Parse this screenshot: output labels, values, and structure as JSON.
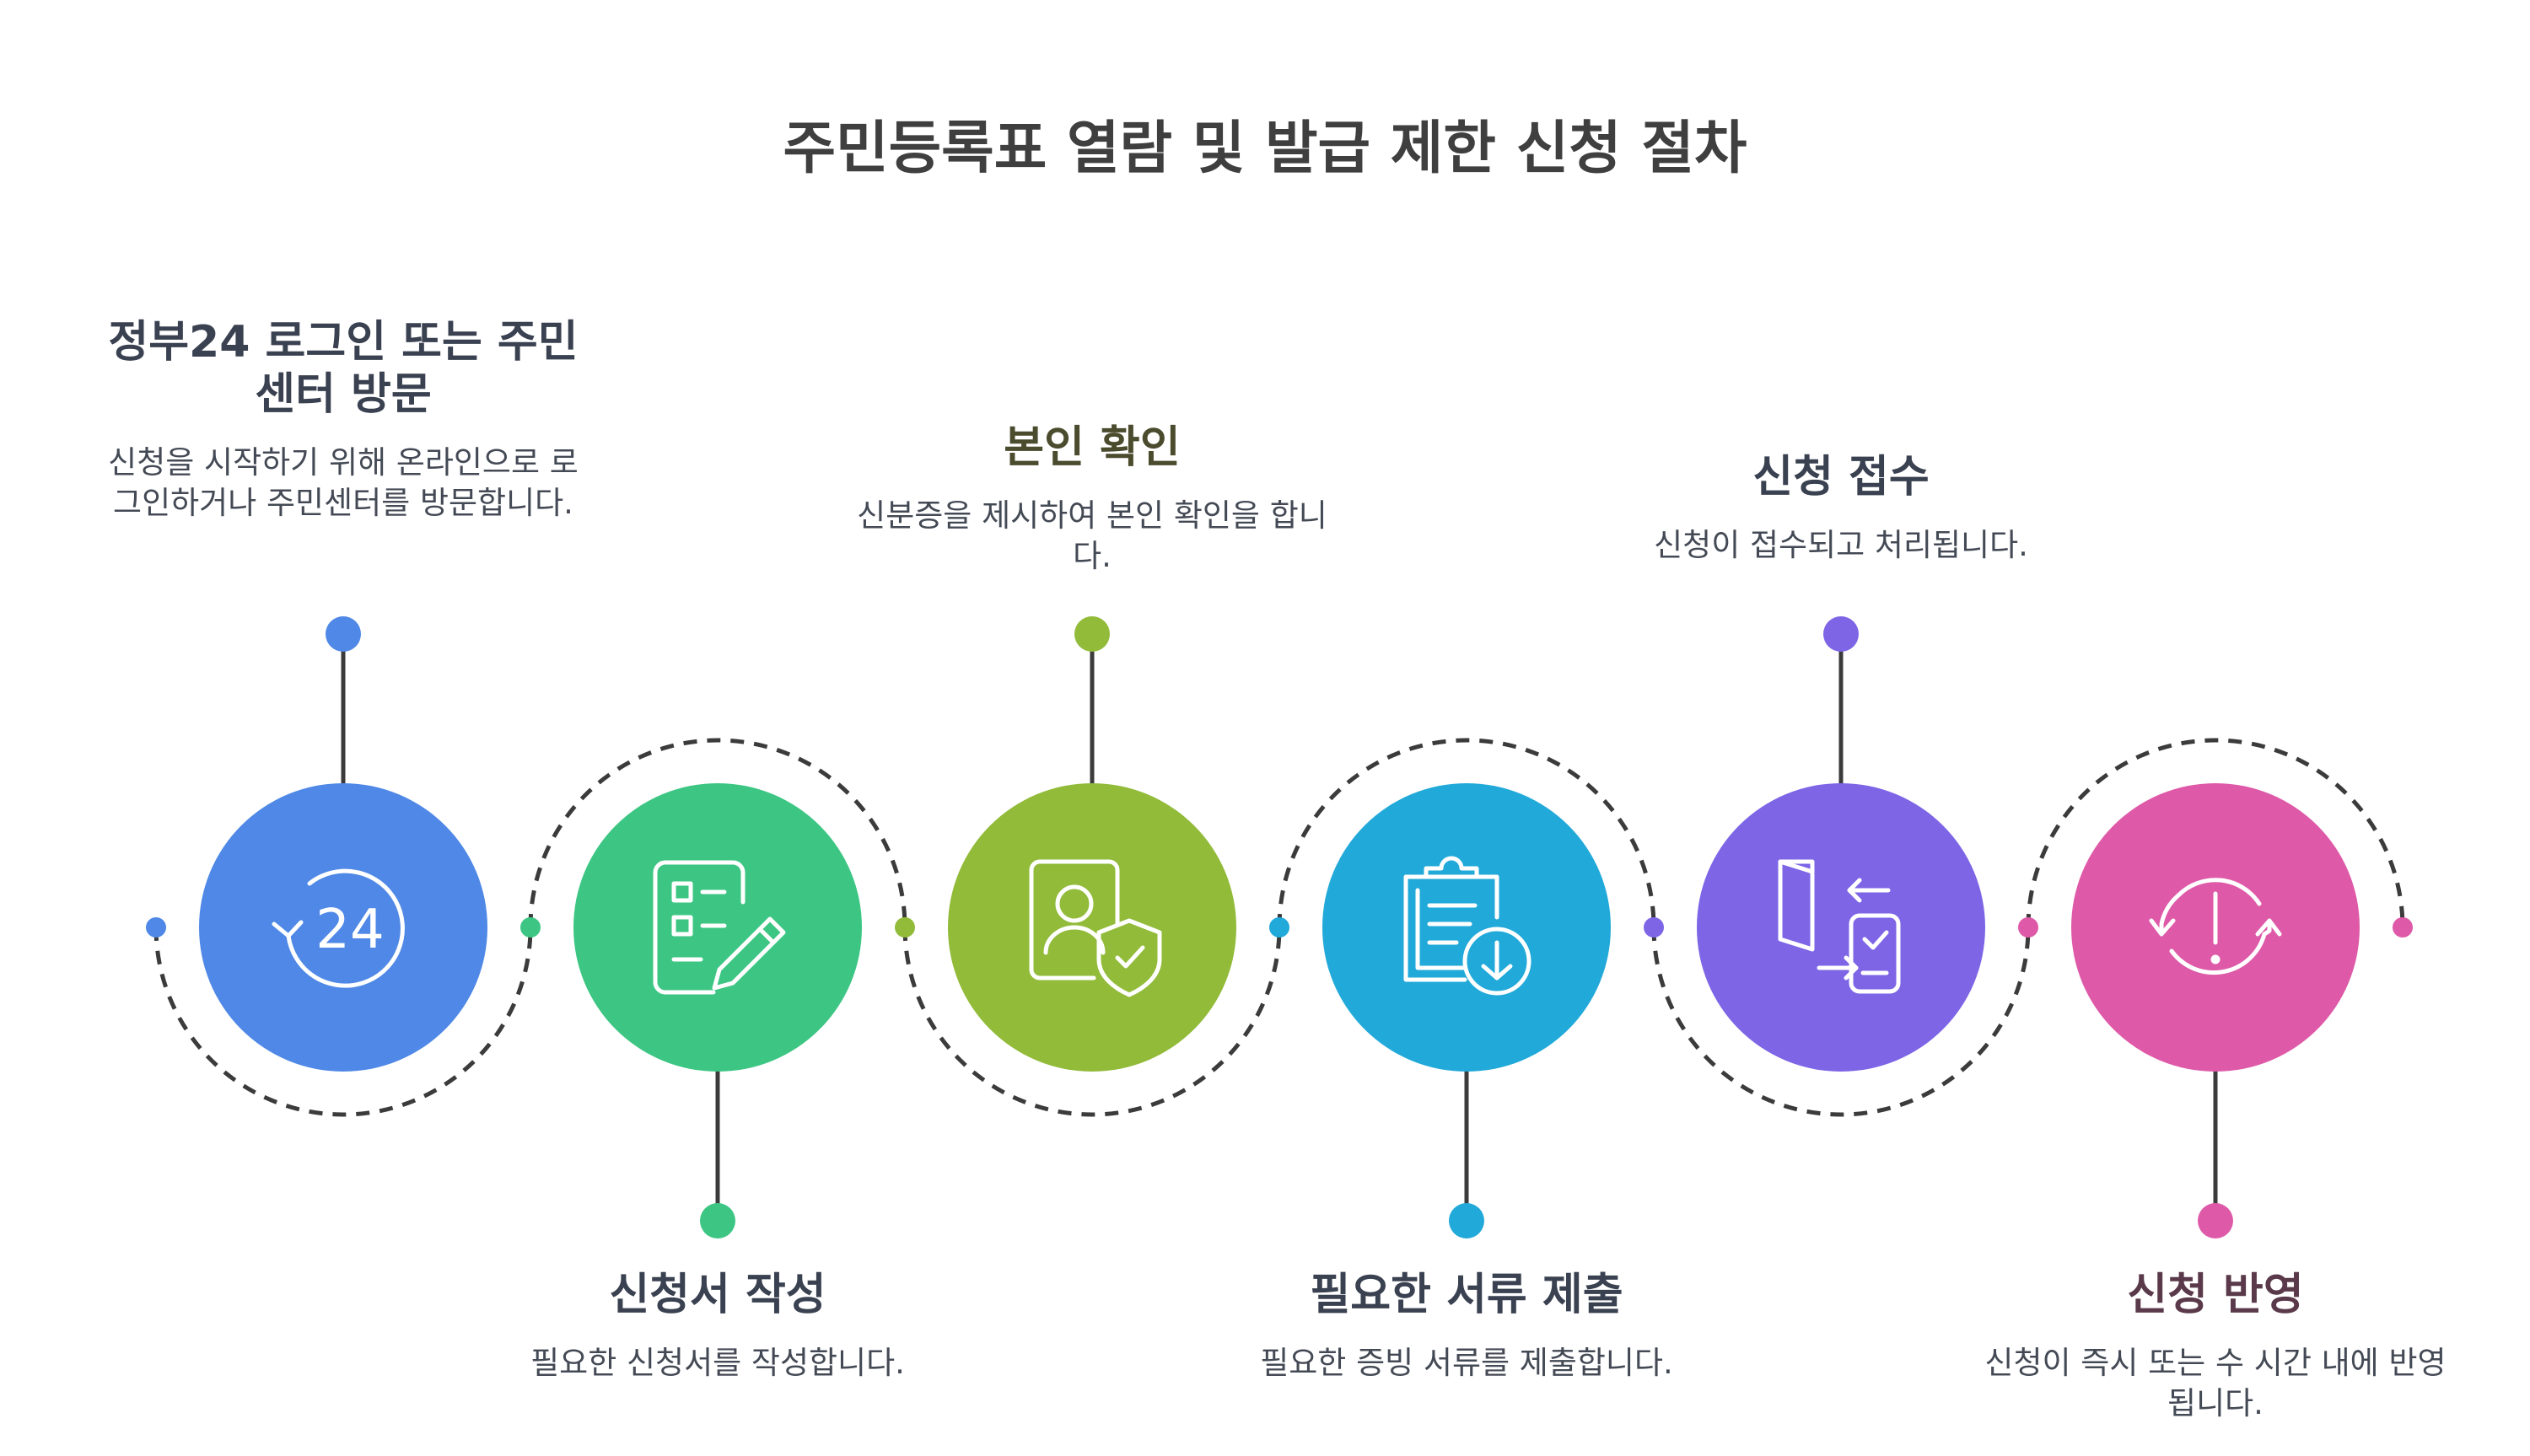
{
  "title": "주민등록표 열람 및 발급 제한 신청 절차",
  "steps": [
    {
      "id": "login",
      "title": "정부24 로그인 또는 주민센터 방문",
      "description": "신청을 시작하기 위해 온라인으로 로그인하거나 주민센터를 방문합니다.",
      "icon": "24-hour-refresh-icon",
      "icon_text": "24",
      "color": "#4f88e6",
      "title_color": "#3a4150"
    },
    {
      "id": "form",
      "title": "신청서 작성",
      "description": "필요한 신청서를 작성합니다.",
      "icon": "form-pencil-icon",
      "color": "#3dc683",
      "title_color": "#3a4150"
    },
    {
      "id": "verify",
      "title": "본인 확인",
      "description": "신분증을 제시하여 본인 확인을 합니다.",
      "icon": "id-card-shield-icon",
      "color": "#92bb3a",
      "title_color": "#4b4b2e"
    },
    {
      "id": "documents",
      "title": "필요한 서류 제출",
      "description": "필요한 증빙 서류를 제출합니다.",
      "icon": "clipboard-download-icon",
      "color": "#21a9d9",
      "title_color": "#3a4150"
    },
    {
      "id": "received",
      "title": "신청 접수",
      "description": "신청이 접수되고 처리됩니다.",
      "icon": "door-phone-exchange-icon",
      "color": "#7d65e6",
      "title_color": "#3a4150"
    },
    {
      "id": "applied",
      "title": "신청 반영",
      "description": "신청이 즉시 또는 수 시간 내에 반영됩니다.",
      "icon": "alert-refresh-icon",
      "color": "#de5aa8",
      "title_color": "#5a3a4a"
    }
  ],
  "line_color": "#3b3b3b"
}
